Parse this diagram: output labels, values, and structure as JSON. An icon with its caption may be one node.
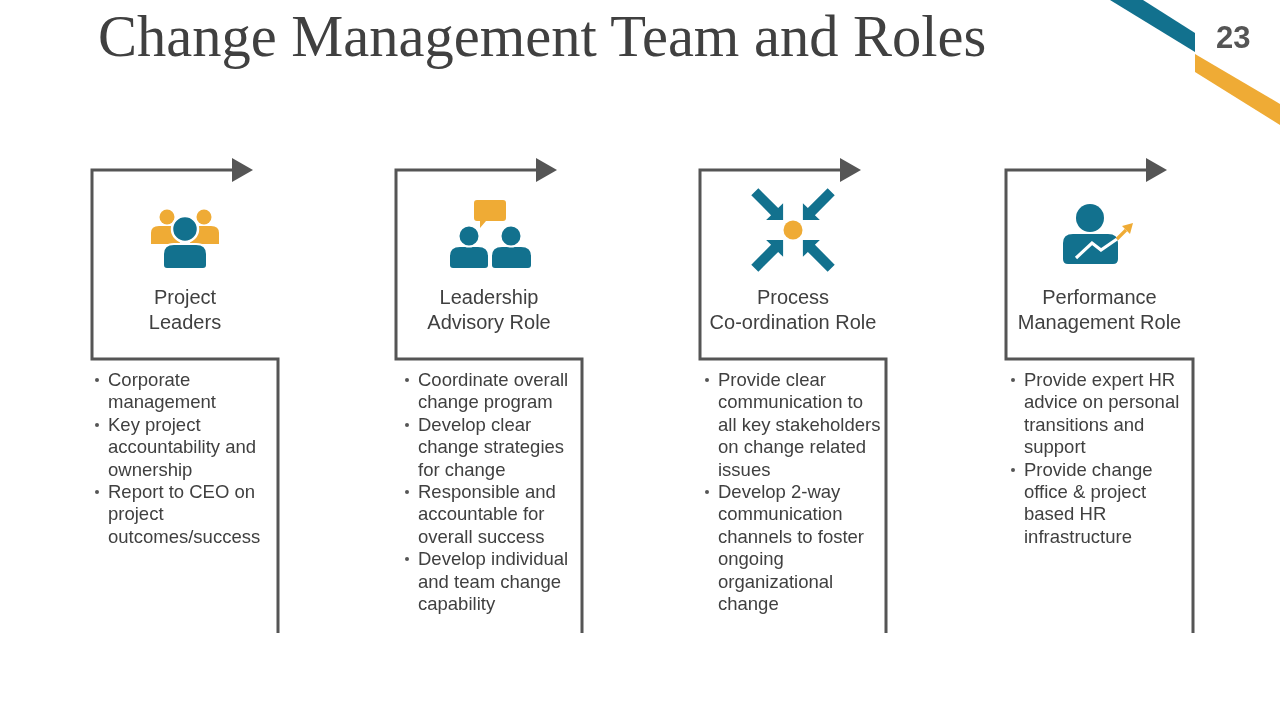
{
  "diagram": {
    "title": "Change Management Team and Roles",
    "nodes": [
      {
        "text": [
          "Project Leaders",
          "Corporate management",
          "Key project accountability and ownership",
          "Report to CEO on project outcomes/success"
        ]
      },
      {
        "text": [
          "Leadership Advisory Role",
          "Coordinate overall change program",
          "Develop clear change strategies for change",
          "Responsible and accountable for overall success",
          "Develop individual and team change capability"
        ]
      },
      {
        "text": [
          "Process Co-ordination Role",
          "Provide clear communication to all key stakeholders on change related issues",
          "Develop 2-way communication channels to foster ongoing organizational change"
        ]
      },
      {
        "text": [
          "Performance Management Role",
          "Provide expert HR advice on personal transitions and support",
          "Provide change office & project based HR infrastructure"
        ]
      }
    ],
    "labels": [
      "23"
    ]
  }
}
